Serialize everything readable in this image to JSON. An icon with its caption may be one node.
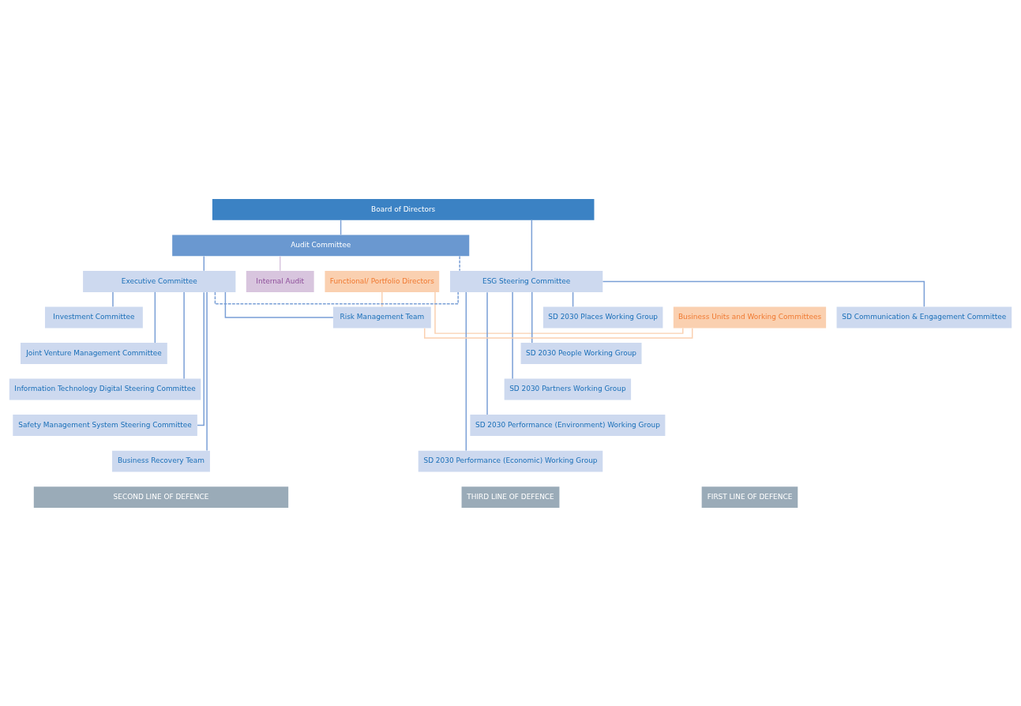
{
  "diagram": {
    "nodes": [
      {
        "text": [
          "Board of Directors"
        ]
      },
      {
        "text": [
          "Audit Committee"
        ]
      },
      {
        "text": [
          "Functional/ Portfolio Directors"
        ]
      },
      {
        "text": [
          "Executive Committee"
        ]
      },
      {
        "text": [
          "ESG Steering Committee"
        ]
      },
      {
        "text": [
          "Internal Audit"
        ]
      },
      {
        "text": [
          "Business Units and Working Committees"
        ]
      },
      {
        "text": [
          "Risk Management Team"
        ]
      },
      {
        "text": [
          "Investment Committee"
        ]
      },
      {
        "text": [
          "Joint Venture Management Committee"
        ]
      },
      {
        "text": [
          "Information Technology Digital Steering Committee"
        ]
      },
      {
        "text": [
          "Safety Management System Steering Committee"
        ]
      },
      {
        "text": [
          "Business Recovery Team"
        ]
      },
      {
        "text": [
          "SD Communication & Engagement Committee"
        ]
      },
      {
        "text": [
          "SD 2030 Places Working Group"
        ]
      },
      {
        "text": [
          "SD 2030 People Working Group"
        ]
      },
      {
        "text": [
          "SD 2030 Partners Working Group"
        ]
      },
      {
        "text": [
          "SD 2030 Performance (Environment) Working Group"
        ]
      },
      {
        "text": [
          "SD 2030 Performance (Economic) Working Group"
        ]
      },
      {
        "text": [
          "FIRST LINE OF DEFENCE"
        ]
      },
      {
        "text": [
          "SECOND LINE OF DEFENCE"
        ]
      },
      {
        "text": [
          "THIRD LINE OF DEFENCE"
        ]
      }
    ],
    "edges": [
      {
        "from": 0,
        "to": 1,
        "arrow": "none"
      },
      {
        "from": 0,
        "to": 4,
        "arrow": "none"
      },
      {
        "from": 1,
        "to": 3,
        "arrow": "none"
      },
      {
        "from": 1,
        "to": 4,
        "arrow": "none",
        "style": "dashed"
      },
      {
        "from": 1,
        "to": 5,
        "arrow": "none",
        "color": "#d8c5de"
      },
      {
        "from": 3,
        "to": 4,
        "arrow": "none",
        "style": "dashed"
      },
      {
        "from": 2,
        "to": 6,
        "arrow": "none",
        "color": "#fad0b0"
      },
      {
        "from": 2,
        "to": 7,
        "arrow": "none",
        "color": "#fad0b0"
      },
      {
        "from": 6,
        "to": 7,
        "arrow": "none",
        "color": "#fad0b0"
      },
      {
        "from": 3,
        "to": 7,
        "arrow": "none"
      },
      {
        "from": 3,
        "to": 8,
        "arrow": "none"
      },
      {
        "from": 3,
        "to": 9,
        "arrow": "none"
      },
      {
        "from": 3,
        "to": 10,
        "arrow": "none"
      },
      {
        "from": 3,
        "to": 11,
        "arrow": "none"
      },
      {
        "from": 3,
        "to": 12,
        "arrow": "none"
      },
      {
        "from": 4,
        "to": 13,
        "arrow": "none"
      },
      {
        "from": 4,
        "to": 14,
        "arrow": "none"
      },
      {
        "from": 4,
        "to": 15,
        "arrow": "none"
      },
      {
        "from": 4,
        "to": 16,
        "arrow": "none"
      },
      {
        "from": 4,
        "to": 17,
        "arrow": "none"
      },
      {
        "from": 4,
        "to": 18,
        "arrow": "none"
      }
    ]
  }
}
